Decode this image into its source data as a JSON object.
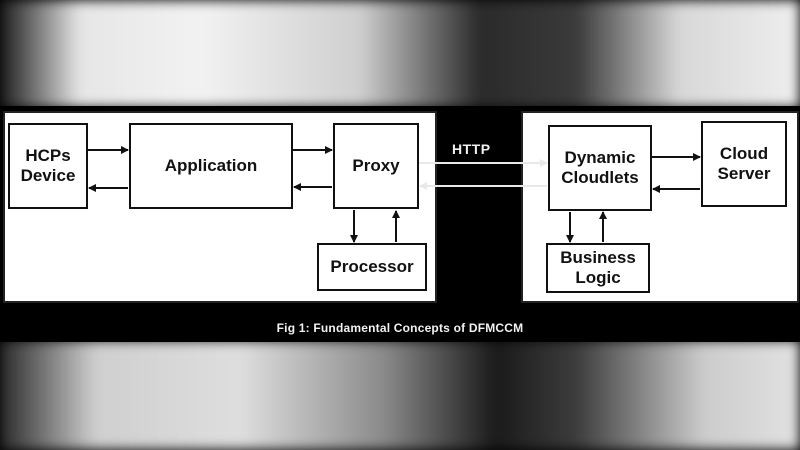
{
  "diagram": {
    "boxes": {
      "hcps_device": "HCPs\nDevice",
      "application": "Application",
      "proxy": "Proxy",
      "processor": "Processor",
      "dynamic_cloudlets": "Dynamic\nCloudlets",
      "cloud_server": "Cloud\nServer",
      "business_logic": "Business\nLogic"
    },
    "http_label": "HTTP",
    "caption": "Fig 1: Fundamental Concepts of DFMCCM"
  },
  "colors": {
    "panel": "#ffffff",
    "band": "#000000",
    "line": "#111111"
  }
}
